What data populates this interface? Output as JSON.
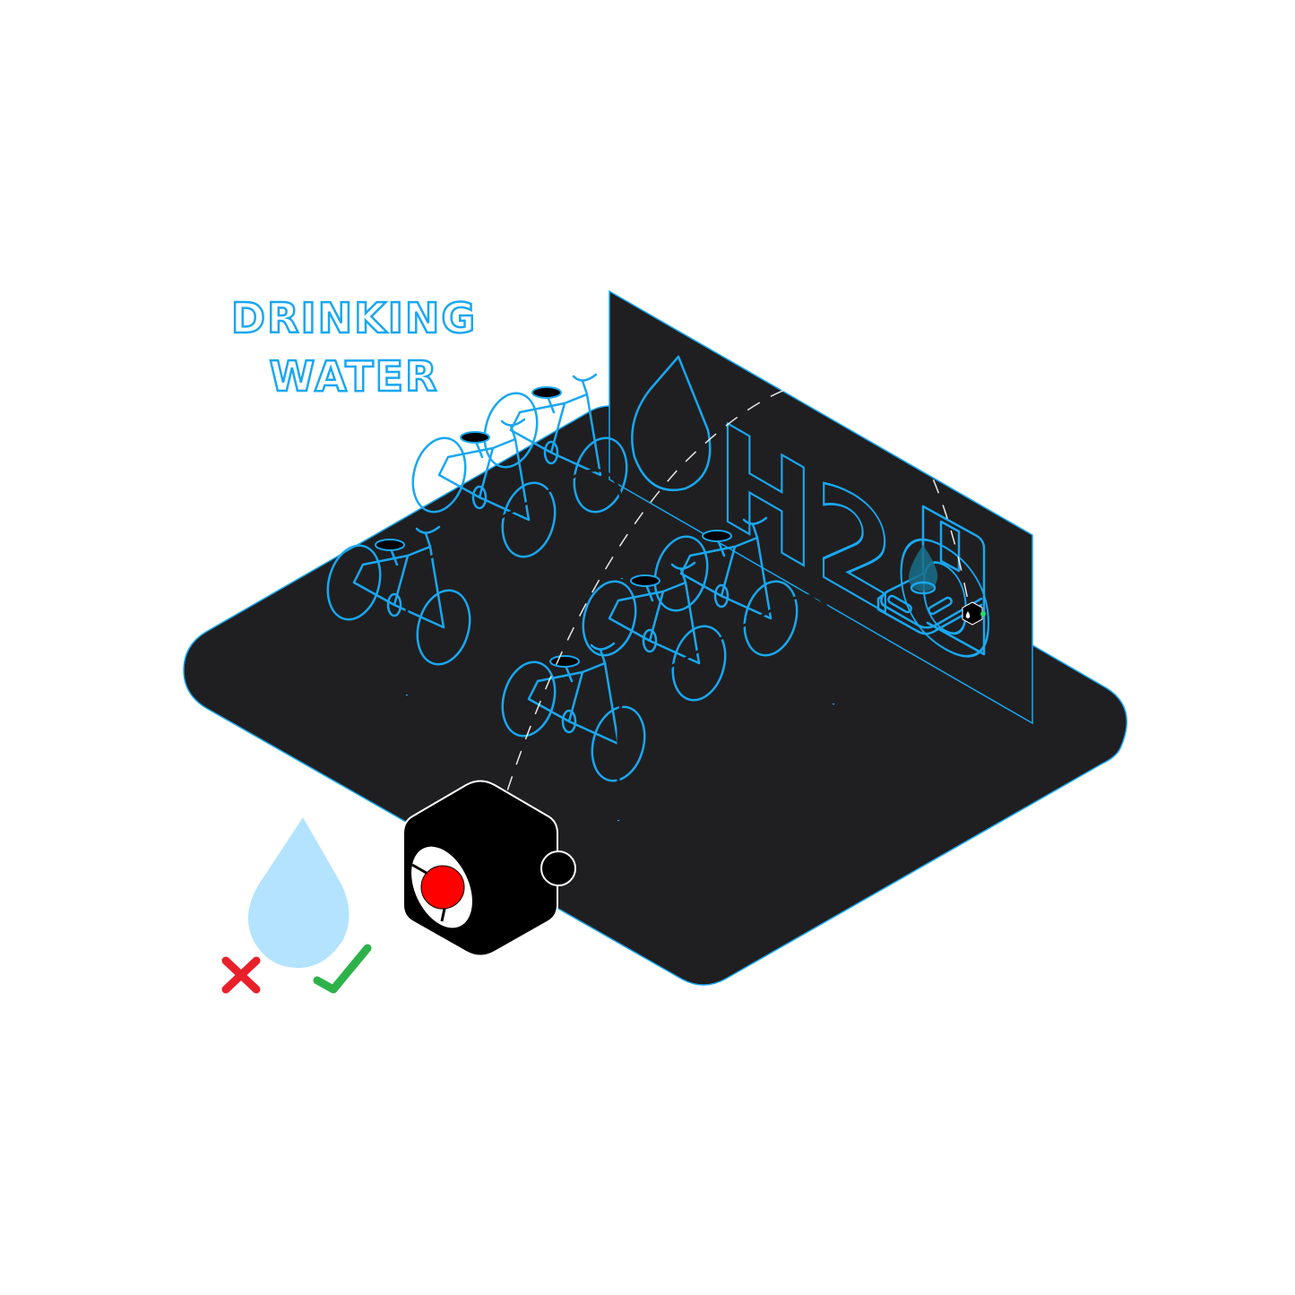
{
  "title": {
    "line1": "DRINKING",
    "line2": "WATER"
  },
  "wall": {
    "label": "H2O"
  },
  "colors": {
    "accent": "#1aa7f0",
    "floor": "#1f1f21",
    "drop": "#b3e3ff",
    "sensor_light": "#ff0000",
    "wrong": "#e8202a",
    "right": "#2db24a",
    "indicator": "#22dd77"
  },
  "status": {
    "wrong_icon": "cross-icon",
    "right_icon": "check-icon"
  }
}
